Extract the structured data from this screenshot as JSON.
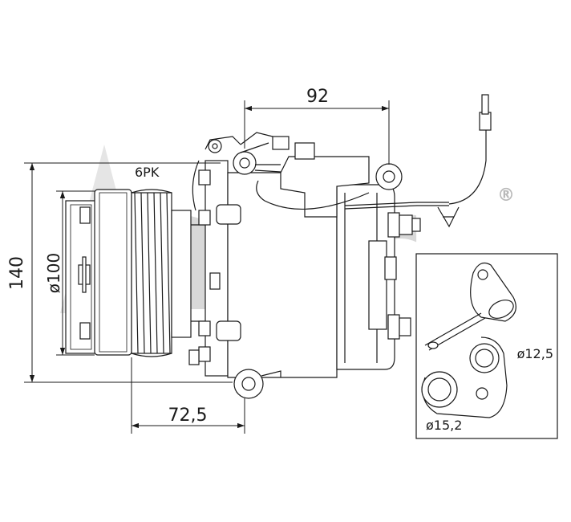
{
  "watermark": {
    "brand": "acr",
    "registered": "®",
    "color": "#b9b9b9"
  },
  "dimensions": {
    "top_width": "92",
    "height": "140",
    "pulley_diameter": "ø100",
    "pulley_offset": "72,5"
  },
  "labels": {
    "belt_type": "6PK"
  },
  "inset": {
    "port_large": "ø15,2",
    "port_small": "ø12,5"
  },
  "colors": {
    "line": "#1a1a1a",
    "watermark": "#b9b9b9"
  }
}
